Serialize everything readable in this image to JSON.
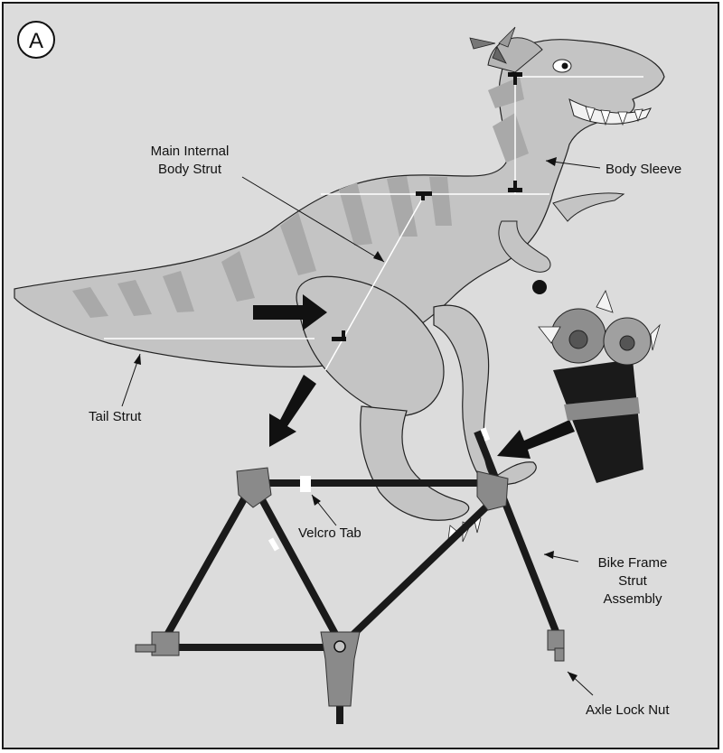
{
  "figure": {
    "badge": "A",
    "labels": {
      "main_strut_line1": "Main Internal",
      "main_strut_line2": "Body Strut",
      "body_sleeve": "Body Sleeve",
      "tail_strut": "Tail Strut",
      "velcro_tab": "Velcro Tab",
      "bike_frame_line1": "Bike Frame",
      "bike_frame_line2": "Strut",
      "bike_frame_line3": "Assembly",
      "axle_lock_nut": "Axle Lock Nut"
    },
    "colors": {
      "background": "#dcdcdc",
      "dino_body": "#c4c4c4",
      "dino_stripes": "#a9a9a9",
      "frame_tube": "#1a1a1a",
      "joint": "#8a8a8a",
      "velcro": "#ffffff",
      "flower_petal": "#8e8e8e",
      "flower_center": "#555555"
    }
  }
}
